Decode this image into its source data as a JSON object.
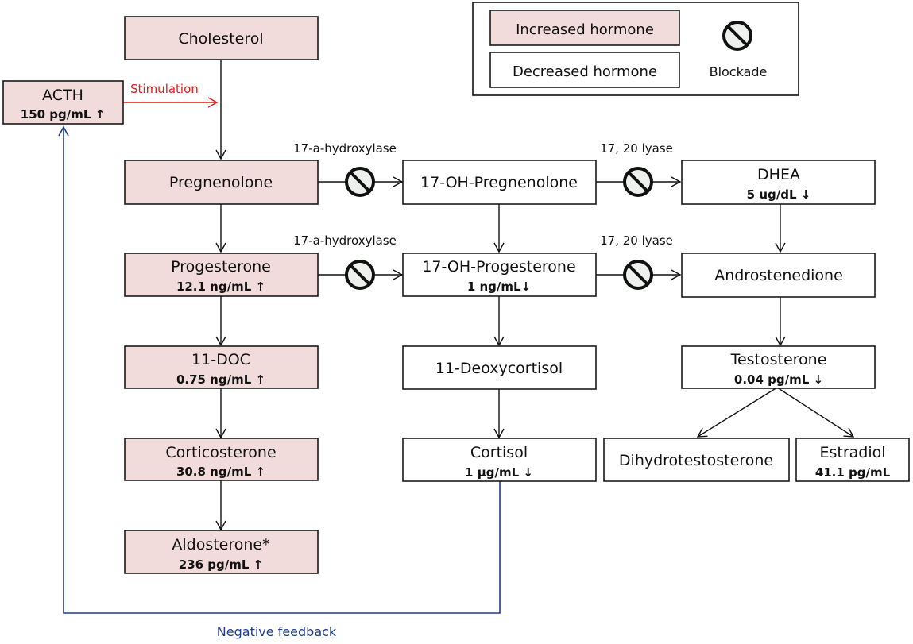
{
  "legend": {
    "increased_label": "Increased hormone",
    "decreased_label": "Decreased hormone",
    "blockade_label": "Blockade",
    "colors": {
      "increased": "#f2dcdb",
      "decreased": "#ffffff"
    }
  },
  "nodes": {
    "cholesterol": {
      "name": "Cholesterol",
      "value": "",
      "status": "increased"
    },
    "acth": {
      "name": "ACTH",
      "value": "150 pg/mL  ↑",
      "status": "increased"
    },
    "pregnenolone": {
      "name": "Pregnenolone",
      "value": "",
      "status": "increased"
    },
    "progesterone": {
      "name": "Progesterone",
      "value": "12.1 ng/mL  ↑",
      "status": "increased"
    },
    "doc11": {
      "name": "11-DOC",
      "value": "0.75 ng/mL  ↑",
      "status": "increased"
    },
    "corticosterone": {
      "name": "Corticosterone",
      "value": "30.8 ng/mL  ↑",
      "status": "increased"
    },
    "aldosterone": {
      "name": "Aldosterone*",
      "value": "236 pg/mL  ↑",
      "status": "increased"
    },
    "oh17_pregnenolone": {
      "name": "17-OH-Pregnenolone",
      "value": "",
      "status": "decreased"
    },
    "oh17_progesterone": {
      "name": "17-OH-Progesterone",
      "value": "1 ng/mL↓",
      "status": "decreased"
    },
    "deoxycortisol11": {
      "name": "11-Deoxycortisol",
      "value": "",
      "status": "decreased"
    },
    "cortisol": {
      "name": "Cortisol",
      "value": "1 μg/mL  ↓",
      "status": "decreased"
    },
    "dhea": {
      "name": "DHEA",
      "value": "5 ug/dL  ↓",
      "status": "decreased"
    },
    "androstenedione": {
      "name": "Androstenedione",
      "value": "",
      "status": "decreased"
    },
    "testosterone": {
      "name": "Testosterone",
      "value": "0.04 pg/mL  ↓",
      "status": "decreased"
    },
    "dht": {
      "name": "Dihydrotestosterone",
      "value": "",
      "status": "decreased"
    },
    "estradiol": {
      "name": "Estradiol",
      "value": "41.1 pg/mL",
      "status": "decreased"
    }
  },
  "enzymes": {
    "hydroxylase_top": "17-a-hydroxylase",
    "lyase_top": "17, 20 lyase",
    "hydroxylase_mid": "17-a-hydroxylase",
    "lyase_mid": "17, 20 lyase"
  },
  "annotations": {
    "stimulation": "Stimulation",
    "negative_feedback": "Negative feedback"
  }
}
